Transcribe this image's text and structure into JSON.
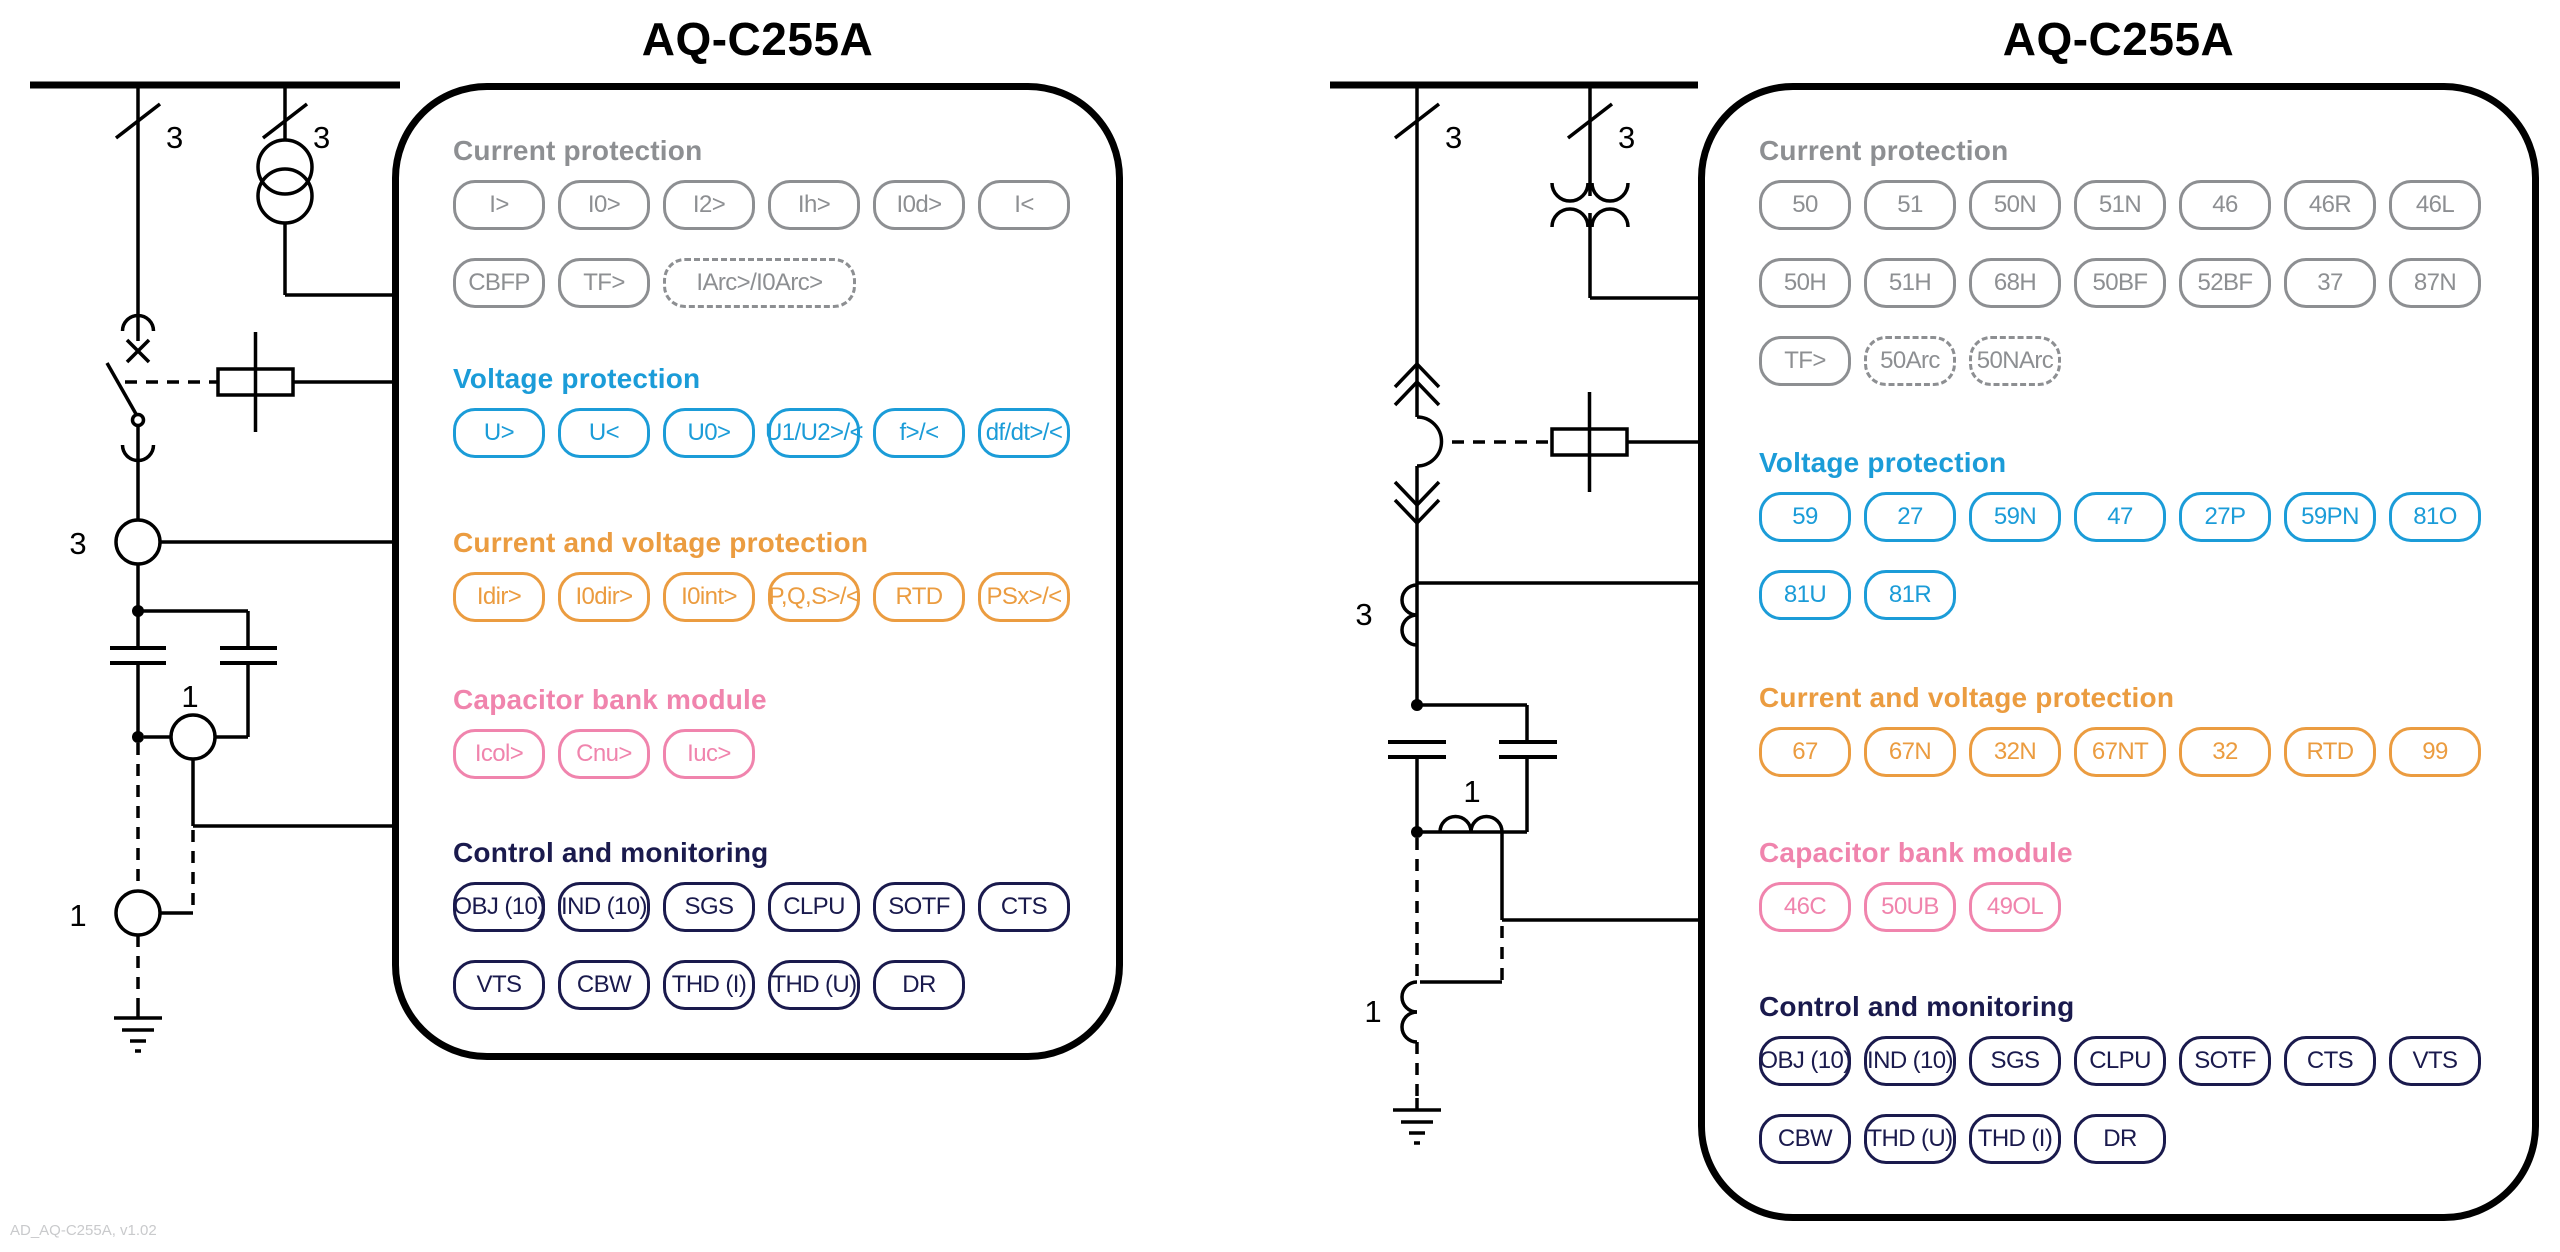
{
  "left_figure": {
    "title": "AQ-C255A",
    "diagram": {
      "feeder_disconnector_poles": "3",
      "vt_poles": "3",
      "phase_ct_poles": "3",
      "unbalance_ct_poles": "1",
      "earth_ct_poles": "1"
    },
    "panel": {
      "sections": [
        {
          "title": "Current protection",
          "color": "#8D8F92",
          "rows": [
            [
              "I>",
              "I0>",
              "I2>",
              "Ih>",
              "I0d>",
              "I<"
            ],
            [
              "CBFP",
              "TF>",
              {
                "label": "IArc>/I0Arc>",
                "dashed": true,
                "wide": true
              }
            ]
          ]
        },
        {
          "title": "Voltage protection",
          "color": "#1B9CD8",
          "rows": [
            [
              "U>",
              "U<",
              "U0>",
              "U1/U2>/<",
              "f>/<",
              "df/dt>/<"
            ]
          ]
        },
        {
          "title": "Current and voltage protection",
          "color": "#EB9C40",
          "rows": [
            [
              "Idir>",
              "I0dir>",
              "I0int>",
              "P,Q,S>/<",
              "RTD",
              "PSx>/<"
            ]
          ]
        },
        {
          "title": "Capacitor bank module",
          "color": "#F084AD",
          "rows": [
            [
              "Icol>",
              "Cnu>",
              "Iuc>"
            ]
          ]
        },
        {
          "title": "Control and monitoring",
          "color": "#1A1A4D",
          "rows": [
            [
              "OBJ (10)",
              "IND (10)",
              "SGS",
              "CLPU",
              "SOTF",
              "CTS"
            ],
            [
              "VTS",
              "CBW",
              "THD (I)",
              "THD (U)",
              "DR"
            ]
          ]
        }
      ]
    }
  },
  "right_figure": {
    "title": "AQ-C255A",
    "diagram": {
      "feeder_disconnector_poles": "3",
      "vt_poles": "3",
      "phase_ct_poles": "3",
      "unbalance_ct_poles": "1",
      "earth_ct_poles": "1"
    },
    "panel": {
      "sections": [
        {
          "title": "Current protection",
          "color": "#8D8F92",
          "rows": [
            [
              "50",
              "51",
              "50N",
              "51N",
              "46",
              "46R",
              "46L"
            ],
            [
              "50H",
              "51H",
              "68H",
              "50BF",
              "52BF",
              "37",
              "87N"
            ],
            [
              "TF>",
              {
                "label": "50Arc",
                "dashed": true
              },
              {
                "label": "50NArc",
                "dashed": true
              }
            ]
          ]
        },
        {
          "title": "Voltage protection",
          "color": "#1B9CD8",
          "rows": [
            [
              "59",
              "27",
              "59N",
              "47",
              "27P",
              "59PN",
              "81O"
            ],
            [
              "81U",
              "81R"
            ]
          ]
        },
        {
          "title": "Current and voltage protection",
          "color": "#EB9C40",
          "rows": [
            [
              "67",
              "67N",
              "32N",
              "67NT",
              "32",
              "RTD",
              "99"
            ]
          ]
        },
        {
          "title": "Capacitor bank module",
          "color": "#F084AD",
          "rows": [
            [
              "46C",
              "50UB",
              "49OL"
            ]
          ]
        },
        {
          "title": "Control and monitoring",
          "color": "#1A1A4D",
          "rows": [
            [
              "OBJ (10)",
              "IND (10)",
              "SGS",
              "CLPU",
              "SOTF",
              "CTS",
              "VTS"
            ],
            [
              "CBW",
              "THD (U)",
              "THD (I)",
              "DR"
            ]
          ]
        }
      ]
    }
  },
  "footer": "AD_AQ-C255A, v1.02"
}
